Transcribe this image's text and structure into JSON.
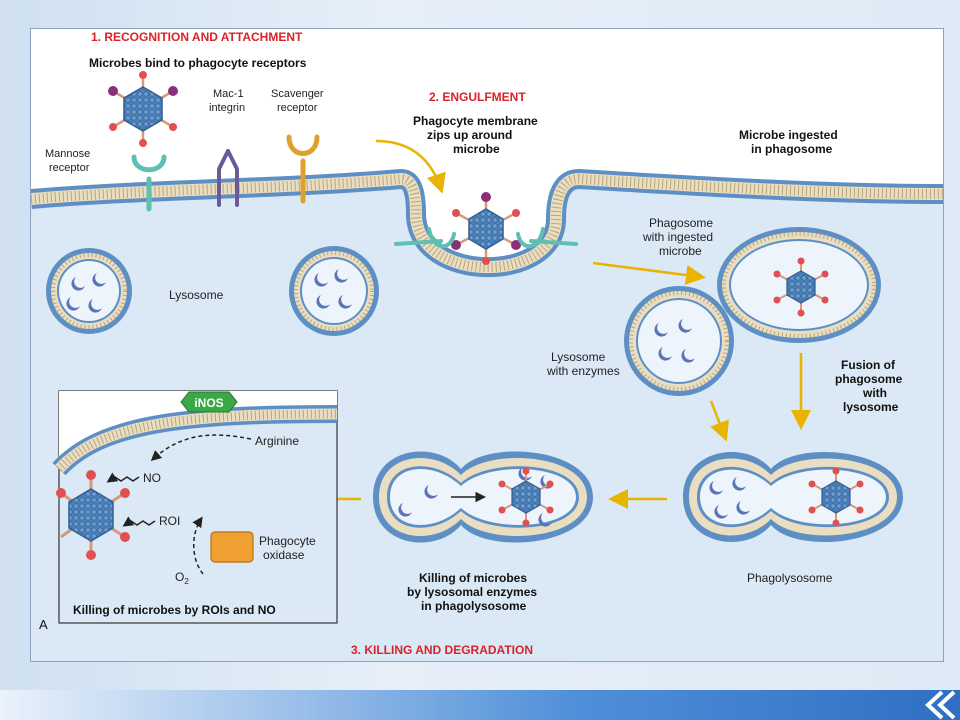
{
  "steps": {
    "step1_title": "1. RECOGNITION AND ATTACHMENT",
    "step1_subtitle": "Microbes bind to phagocyte receptors",
    "step2_title": "2. ENGULFMENT",
    "step2_line1": "Phagocyte membrane",
    "step2_line2": "zips up around",
    "step2_line3": "microbe",
    "step3_title": "3. KILLING AND DEGRADATION"
  },
  "receptors": {
    "mannose_line1": "Mannose",
    "mannose_line2": "receptor",
    "mac1_line1": "Mac-1",
    "mac1_line2": "integrin",
    "scavenger_line1": "Scavenger",
    "scavenger_line2": "receptor"
  },
  "labels": {
    "ingested_line1": "Microbe ingested",
    "ingested_line2": "in phagosome",
    "lysosome": "Lysosome",
    "phagosome_line1": "Phagosome",
    "phagosome_line2": "with ingested",
    "phagosome_line3": "microbe",
    "lyso_enz_line1": "Lysosome",
    "lyso_enz_line2": "with enzymes",
    "fusion_line1": "Fusion of",
    "fusion_line2": "phagosome",
    "fusion_line3": "with",
    "fusion_line4": "lysosome",
    "phagolysosome": "Phagolysosome",
    "killing_line1": "Killing of microbes",
    "killing_line2": "by lysosomal enzymes",
    "killing_line3": "in phagolysosome"
  },
  "inset": {
    "inos": "iNOS",
    "arginine": "Arginine",
    "no": "NO",
    "roi": "ROI",
    "phox_line1": "Phagocyte",
    "phox_line2": "oxidase",
    "o2": "O",
    "o2_sub": "2",
    "caption": "Killing of microbes by ROIs and NO",
    "panel_letter": "A"
  },
  "colors": {
    "title_red": "#d8232a",
    "arrow_yellow": "#e8b400",
    "membrane_blue": "#5d8fc4",
    "cytoplasm": "#dbe8f5",
    "microbe_blue": "#3d6ea8",
    "enzyme_blue": "#5b73b8",
    "inos_green": "#3aa845",
    "oxidase_orange": "#f0a030"
  }
}
